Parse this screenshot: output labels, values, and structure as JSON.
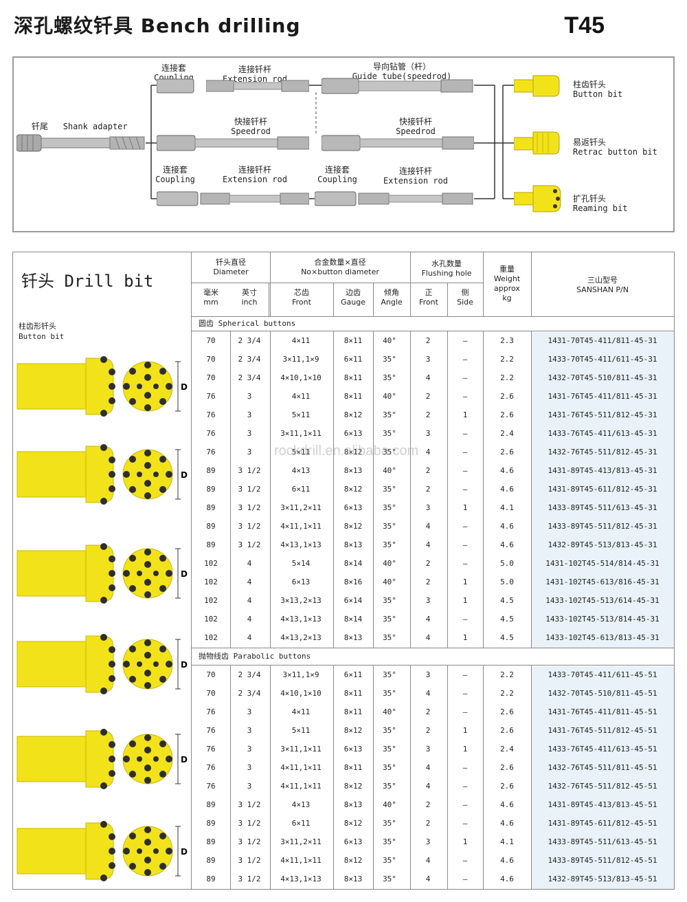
{
  "header": {
    "title": "深孔螺纹钎具 Bench drilling",
    "model": "T45"
  },
  "diagram": {
    "shank": {
      "cn": "钎尾",
      "en": "Shank adapter"
    },
    "row1": [
      {
        "cn": "连接套",
        "en": "Coupling"
      },
      {
        "cn": "连接钎杆",
        "en": "Extension rod"
      },
      {
        "cn": "导向钻管（杆）",
        "en": "Guide tube(speedrod)"
      }
    ],
    "row2": [
      {
        "cn": "快接钎杆",
        "en": "Speedrod"
      },
      {
        "cn": "快接钎杆",
        "en": "Speedrod"
      }
    ],
    "row3": [
      {
        "cn": "连接套",
        "en": "Coupling"
      },
      {
        "cn": "连接钎杆",
        "en": "Extension rod"
      },
      {
        "cn": "连接套",
        "en": "Coupling"
      },
      {
        "cn": "连接钎杆",
        "en": "Extension rod"
      }
    ],
    "bits": [
      {
        "cn": "柱齿钎头",
        "en": "Button bit"
      },
      {
        "cn": "易返钎头",
        "en": "Retrac button bit"
      },
      {
        "cn": "扩孔钎头",
        "en": "Reaming bit"
      }
    ],
    "colors": {
      "steel": "#b8b8b8",
      "bit": "#f2e21a",
      "button": "#333333"
    }
  },
  "table": {
    "left_title": "钎头 Drill bit",
    "left_sub_cn": "柱齿形钎头",
    "left_sub_en": "Button bit",
    "dim_label": "D",
    "headers": {
      "dia_cn": "钎头直径",
      "dia_en": "Diameter",
      "mm_cn": "毫米",
      "mm_en": "mm",
      "in_cn": "英寸",
      "in_en": "inch",
      "alloy_cn": "合金数量×直径",
      "alloy_en": "No×button diameter",
      "front_cn": "芯齿",
      "front_en": "Front",
      "gauge_cn": "边齿",
      "gauge_en": "Gauge",
      "angle_cn": "倾角",
      "angle_en": "Angle",
      "flush_cn": "水孔数量",
      "flush_en": "Flushing hole",
      "ff_cn": "正",
      "ff_en": "Front",
      "fs_cn": "侧",
      "fs_en": "Side",
      "wt_cn": "重量",
      "wt_en1": "Weight",
      "wt_en2": "approx",
      "wt_en3": "kg",
      "pn_cn": "三山型号",
      "pn_en": "SANSHAN P/N"
    },
    "section1_label": "圆齿 Spherical buttons",
    "section2_label": "抛物线齿 Parabolic buttons",
    "watermark": "rockdrill.en.alibaba.com",
    "spherical": [
      [
        "70",
        "2 3/4",
        "4×11",
        "8×11",
        "40°",
        "2",
        "–",
        "2.3",
        "1431-70T45-411/811-45-31"
      ],
      [
        "70",
        "2 3/4",
        "3×11,1×9",
        "6×11",
        "35°",
        "3",
        "–",
        "2.2",
        "1433-70T45-411/611-45-31"
      ],
      [
        "70",
        "2 3/4",
        "4×10,1×10",
        "8×11",
        "35°",
        "4",
        "–",
        "2.2",
        "1432-70T45-510/811-45-31"
      ],
      [
        "76",
        "3",
        "4×11",
        "8×11",
        "40°",
        "2",
        "–",
        "2.6",
        "1431-76T45-411/811-45-31"
      ],
      [
        "76",
        "3",
        "5×11",
        "8×12",
        "35°",
        "2",
        "1",
        "2.6",
        "1431-76T45-511/812-45-31"
      ],
      [
        "76",
        "3",
        "3×11,1×11",
        "6×13",
        "35°",
        "3",
        "–",
        "2.4",
        "1433-76T45-411/613-45-31"
      ],
      [
        "76",
        "3",
        "5×11",
        "8×12",
        "35°",
        "4",
        "–",
        "2.6",
        "1432-76T45-511/812-45-31"
      ],
      [
        "89",
        "3 1/2",
        "4×13",
        "8×13",
        "40°",
        "2",
        "–",
        "4.6",
        "1431-89T45-413/813-45-31"
      ],
      [
        "89",
        "3 1/2",
        "6×11",
        "8×12",
        "35°",
        "2",
        "–",
        "4.6",
        "1431-89T45-611/812-45-31"
      ],
      [
        "89",
        "3 1/2",
        "3×11,2×11",
        "6×13",
        "35°",
        "3",
        "1",
        "4.1",
        "1433-89T45-511/613-45-31"
      ],
      [
        "89",
        "3 1/2",
        "4×11,1×11",
        "8×12",
        "35°",
        "4",
        "–",
        "4.6",
        "1433-89T45-511/812-45-31"
      ],
      [
        "89",
        "3 1/2",
        "4×13,1×13",
        "8×13",
        "35°",
        "4",
        "–",
        "4.6",
        "1432-89T45-513/813-45-31"
      ],
      [
        "102",
        "4",
        "5×14",
        "8×14",
        "40°",
        "2",
        "–",
        "5.0",
        "1431-102T45-514/814-45-31"
      ],
      [
        "102",
        "4",
        "6×13",
        "8×16",
        "40°",
        "2",
        "1",
        "5.0",
        "1431-102T45-613/816-45-31"
      ],
      [
        "102",
        "4",
        "3×13,2×13",
        "6×14",
        "35°",
        "3",
        "1",
        "4.5",
        "1433-102T45-513/614-45-31"
      ],
      [
        "102",
        "4",
        "4×13,1×13",
        "8×14",
        "35°",
        "4",
        "–",
        "4.5",
        "1433-102T45-513/814-45-31"
      ],
      [
        "102",
        "4",
        "4×13,2×13",
        "8×13",
        "35°",
        "4",
        "1",
        "4.5",
        "1433-102T45-613/813-45-31"
      ]
    ],
    "parabolic": [
      [
        "70",
        "2 3/4",
        "3×11,1×9",
        "6×11",
        "35°",
        "3",
        "–",
        "2.2",
        "1433-70T45-411/611-45-51"
      ],
      [
        "70",
        "2 3/4",
        "4×10,1×10",
        "8×11",
        "35°",
        "4",
        "–",
        "2.2",
        "1432-70T45-510/811-45-51"
      ],
      [
        "76",
        "3",
        "4×11",
        "8×11",
        "40°",
        "2",
        "–",
        "2.6",
        "1431-76T45-411/811-45-51"
      ],
      [
        "76",
        "3",
        "5×11",
        "8×12",
        "35°",
        "2",
        "1",
        "2.6",
        "1431-76T45-511/812-45-51"
      ],
      [
        "76",
        "3",
        "3×11,1×11",
        "6×13",
        "35°",
        "3",
        "1",
        "2.4",
        "1433-76T45-411/613-45-51"
      ],
      [
        "76",
        "3",
        "4×11,1×11",
        "8×11",
        "35°",
        "4",
        "–",
        "2.6",
        "1432-76T45-511/811-45-51"
      ],
      [
        "76",
        "3",
        "4×11,1×11",
        "8×12",
        "35°",
        "4",
        "–",
        "2.6",
        "1432-76T45-511/812-45-51"
      ],
      [
        "89",
        "3 1/2",
        "4×13",
        "8×13",
        "40°",
        "2",
        "–",
        "4.6",
        "1431-89T45-413/813-45-51"
      ],
      [
        "89",
        "3 1/2",
        "6×11",
        "8×12",
        "35°",
        "2",
        "–",
        "4.6",
        "1431-89T45-611/812-45-51"
      ],
      [
        "89",
        "3 1/2",
        "3×11,2×11",
        "6×13",
        "35°",
        "3",
        "1",
        "4.1",
        "1433-89T45-511/613-45-51"
      ],
      [
        "89",
        "3 1/2",
        "4×11,1×11",
        "8×12",
        "35°",
        "4",
        "–",
        "4.6",
        "1433-89T45-511/812-45-51"
      ],
      [
        "89",
        "3 1/2",
        "4×13,1×13",
        "8×13",
        "35°",
        "4",
        "–",
        "4.6",
        "1432-89T45-513/813-45-51"
      ]
    ]
  }
}
